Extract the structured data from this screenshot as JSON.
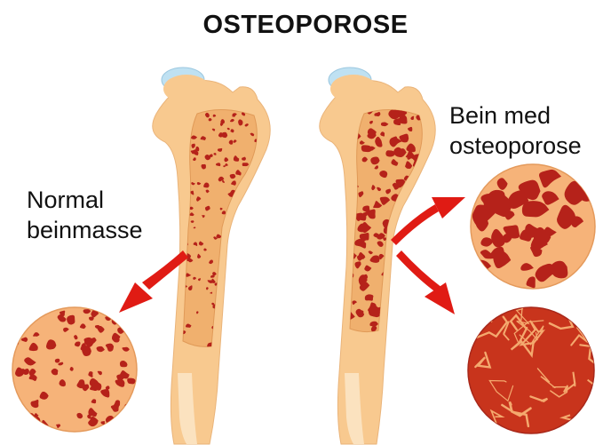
{
  "title": "OSTEOPOROSE",
  "labels": {
    "normal_line1": "Normal",
    "normal_line2": "beinmasse",
    "osteo_line1": "Bein med",
    "osteo_line2": "osteoporose"
  },
  "colors": {
    "bone": "#f8c98f",
    "bone_light": "#fbe2bf",
    "spongy": "#f0b06e",
    "pore": "#b5221a",
    "cartilage": "#bfe1f2",
    "arrow": "#e01b14",
    "dense_bg": "#c8341c",
    "dense_crack": "#f4a96e"
  }
}
